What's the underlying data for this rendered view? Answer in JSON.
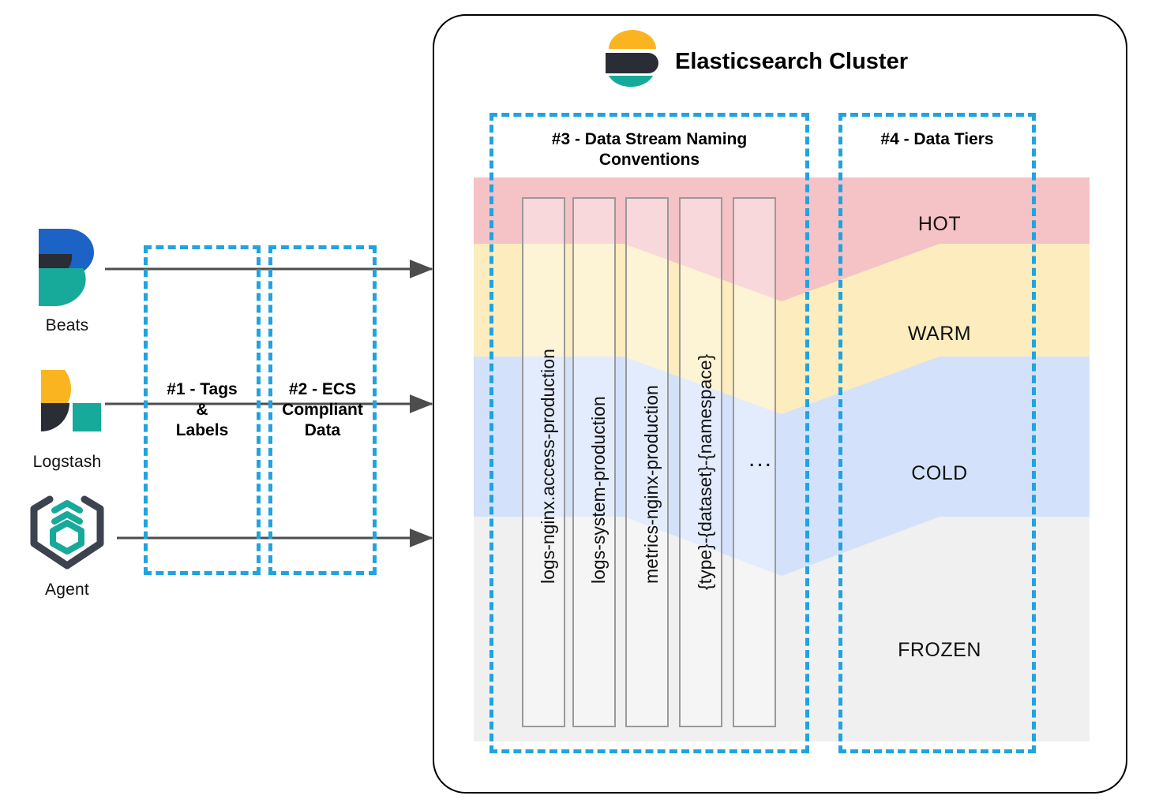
{
  "sources": [
    {
      "name": "Beats",
      "icon": "beats-logo-icon"
    },
    {
      "name": "Logstash",
      "icon": "logstash-logo-icon"
    },
    {
      "name": "Agent",
      "icon": "elastic-agent-logo-icon"
    }
  ],
  "stages": [
    {
      "id": "tags-labels",
      "label": "#1 - Tags\n&\nLabels"
    },
    {
      "id": "ecs-compliant",
      "label": "#2 - ECS\nCompliant\nData"
    }
  ],
  "cluster": {
    "title": "Elasticsearch Cluster",
    "logo_icon": "elasticsearch-logo-icon"
  },
  "sections": [
    {
      "id": "naming-conventions",
      "label": "#3 - Data Stream Naming Conventions"
    },
    {
      "id": "data-tiers",
      "label": "#4 - Data Tiers"
    }
  ],
  "data_streams": [
    {
      "label": "logs-nginx.access-production"
    },
    {
      "label": "logs-system-production"
    },
    {
      "label": "metrics-nginx-production"
    },
    {
      "label": "{type}-{dataset}-{namespace}"
    },
    {
      "label": "..."
    }
  ],
  "tiers": [
    {
      "label": "HOT",
      "color": "#f5c2c6"
    },
    {
      "label": "WARM",
      "color": "#fcecbe"
    },
    {
      "label": "COLD",
      "color": "#d3e2fa"
    },
    {
      "label": "FROZEN",
      "color": "#f0f0f0"
    }
  ],
  "colors": {
    "accent_dashed": "#21a3e0",
    "brand_yellow": "#f9b420",
    "brand_teal": "#17a99a",
    "brand_blue": "#1b63c4",
    "brand_dark": "#2a2d36",
    "arrow": "#4d4d4d",
    "stream_border": "#9a9a9a",
    "panel_bg": "#f0f0f0"
  },
  "arrow_count": 3
}
